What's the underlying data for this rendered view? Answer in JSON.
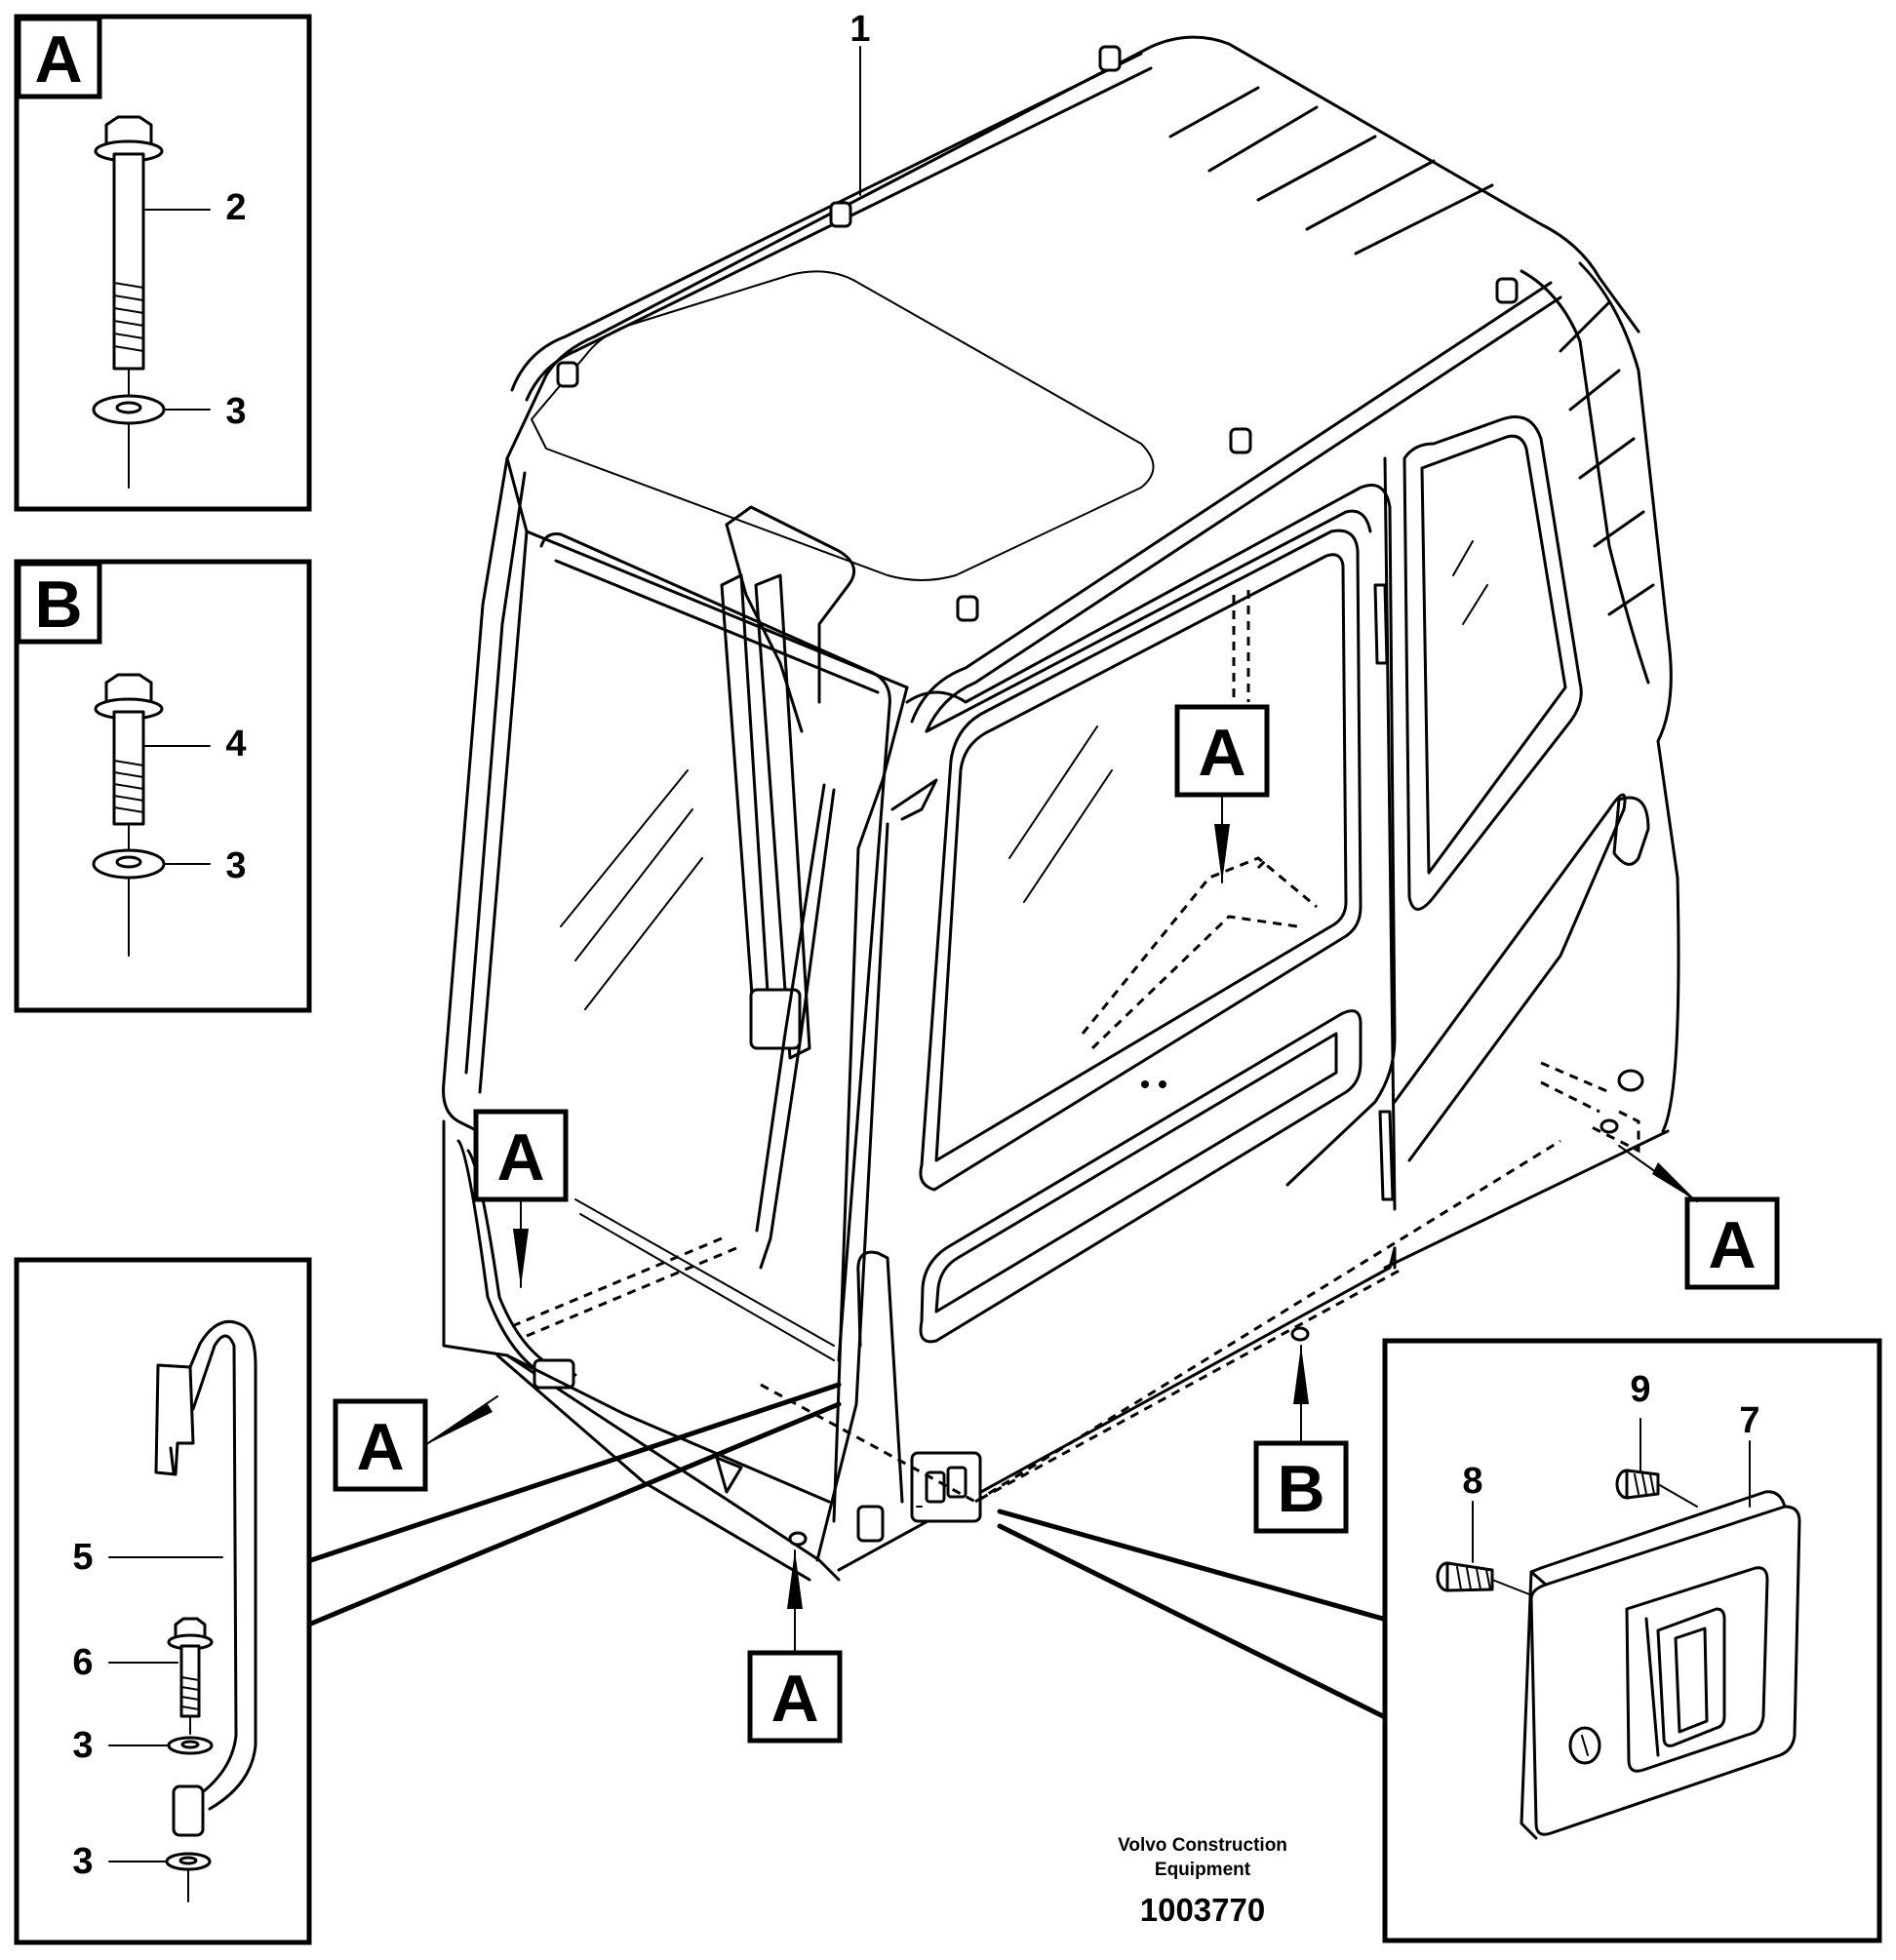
{
  "diagram": {
    "callouts": {
      "roof_rail": "1",
      "bolt_long": "2",
      "washer_a": "3",
      "bolt_short": "4",
      "washer_b": "3",
      "handrail": "5",
      "handrail_bolt": "6",
      "handrail_washer_top": "3",
      "handrail_washer_bottom": "3",
      "door_handle": "7",
      "handle_screw_long": "8",
      "handle_screw_short": "9"
    },
    "detail_labels": {
      "inset_a": "A",
      "inset_b": "B",
      "ref_window_floor": "A",
      "ref_front_left": "A",
      "ref_front_corner": "A",
      "ref_rear_corner": "A",
      "ref_door_bottom": "A",
      "ref_side_bottom": "B"
    },
    "footer": {
      "company_line1": "Volvo Construction",
      "company_line2": "Equipment",
      "document_number": "1003770"
    }
  }
}
